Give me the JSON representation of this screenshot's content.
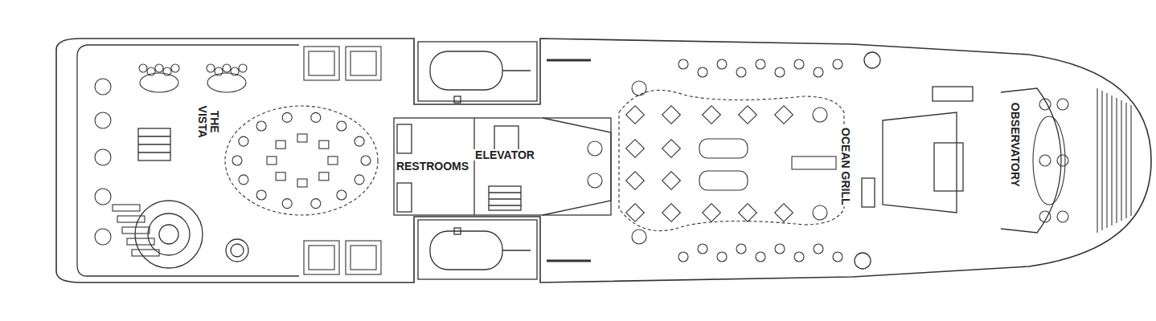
{
  "diagram": {
    "labels": [
      "THE VISTA",
      "RESTROOMS",
      "ELEVATOR",
      "OCEAN GRILL",
      "OBSERVATORY"
    ]
  }
}
